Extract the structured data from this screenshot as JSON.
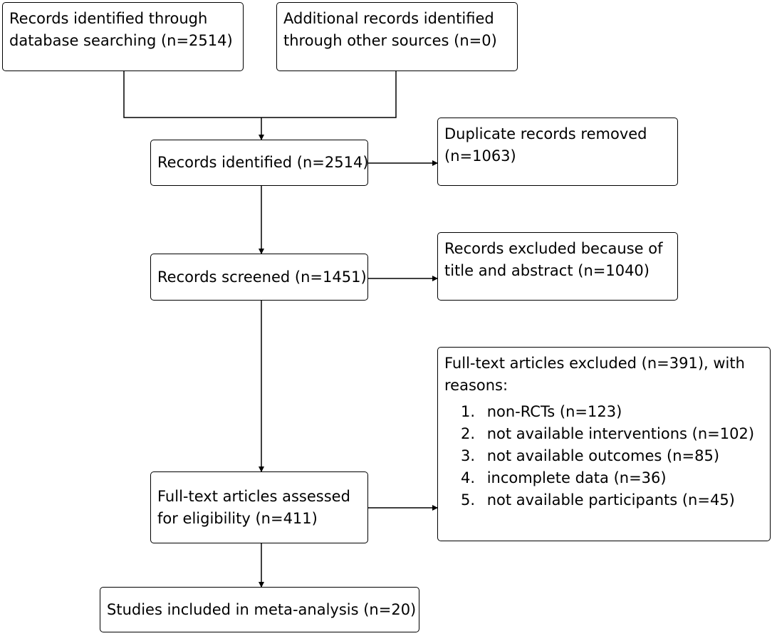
{
  "boxes": {
    "database_search": {
      "line1": "Records identified through",
      "line2": "database searching (n=2514)"
    },
    "other_sources": {
      "line1": "Additional records identified",
      "line2": "through other sources (n=0)"
    },
    "identified": {
      "line1": "Records identified (n=2514)"
    },
    "duplicates": {
      "line1": "Duplicate records removed",
      "line2": "(n=1063)"
    },
    "screened": {
      "line1": "Records screened (n=1451)"
    },
    "excluded_title": {
      "line1": "Records excluded because of",
      "line2": "title and abstract (n=1040)"
    },
    "fulltext_assessed": {
      "line1": "Full-text articles assessed",
      "line2": "for eligibility (n=411)"
    },
    "fulltext_excluded": {
      "line1": "Full-text articles excluded (n=391), with",
      "line2": "reasons:",
      "reasons": [
        {
          "num": "1.",
          "text": "non-RCTs (n=123)"
        },
        {
          "num": "2.",
          "text": "not available interventions (n=102)"
        },
        {
          "num": "3.",
          "text": "not available outcomes (n=85)"
        },
        {
          "num": "4.",
          "text": "incomplete data (n=36)"
        },
        {
          "num": "5.",
          "text": "not available participants (n=45)"
        }
      ]
    },
    "included": {
      "line1": "Studies included in meta-analysis (n=20)"
    }
  }
}
